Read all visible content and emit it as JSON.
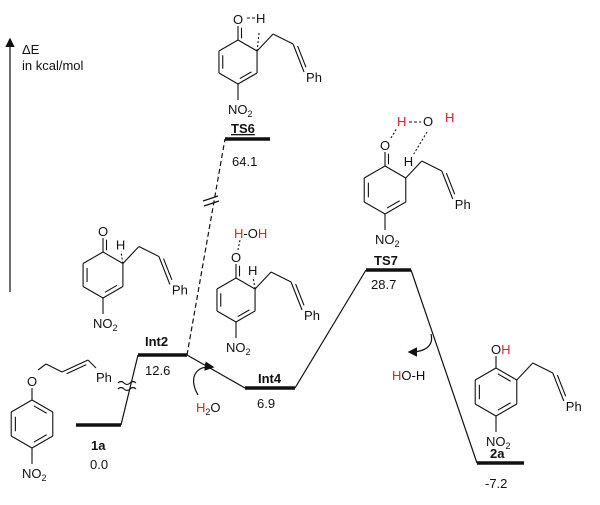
{
  "axis": {
    "label": "ΔE",
    "unit": "in kcal/mol"
  },
  "colors": {
    "line": "#111111",
    "highlight_atom": "#e3202a"
  },
  "states": [
    {
      "id": "1a",
      "label": "1a",
      "energy": "0.0"
    },
    {
      "id": "Int2",
      "label": "Int2",
      "energy": "12.6"
    },
    {
      "id": "TS6",
      "label": "TS6",
      "energy": "64.1"
    },
    {
      "id": "Int4",
      "label": "Int4",
      "energy": "6.9"
    },
    {
      "id": "TS7",
      "label": "TS7",
      "energy": "28.7"
    },
    {
      "id": "2a",
      "label": "2a",
      "energy": "-7.2"
    }
  ],
  "annotations": {
    "water_in": {
      "h": "H",
      "sub": "2",
      "o": "O"
    },
    "water_out": {
      "h": "H",
      "rest": "O-H"
    }
  },
  "atoms": {
    "O": "O",
    "H": "H",
    "Ph": "Ph",
    "NO": "NO",
    "sub2": "2",
    "OH": "OH",
    "dash": "-"
  }
}
